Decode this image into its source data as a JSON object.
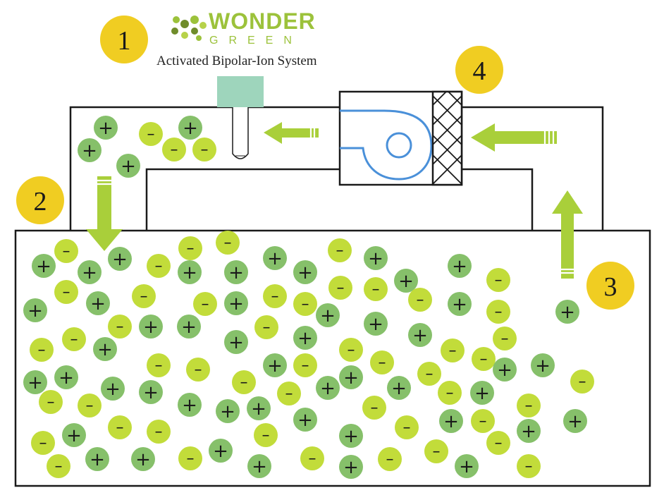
{
  "brand": {
    "name_line1": "WONDER",
    "name_line2": "GREEN",
    "tagline": "Activated Bipolar-Ion System"
  },
  "steps": [
    {
      "id": "1",
      "label": "1"
    },
    {
      "id": "2",
      "label": "2"
    },
    {
      "id": "3",
      "label": "3"
    },
    {
      "id": "4",
      "label": "4"
    }
  ],
  "ion_symbols": {
    "positive": "+",
    "negative": "–"
  },
  "colors": {
    "positive_ion": "#86c06a",
    "negative_ion": "#c2dc3a",
    "arrow": "#a9cf3a",
    "step_badge": "#f0cd22",
    "ionizer": "#9ed5bc",
    "fan_blade": "#4a90d9",
    "outline": "#1a1a1a"
  },
  "icons": {
    "logo": "molecule-logo-icon",
    "fan": "blower-fan-icon",
    "filter": "crosshatch-filter-icon",
    "arrow": "airflow-arrow-icon"
  }
}
